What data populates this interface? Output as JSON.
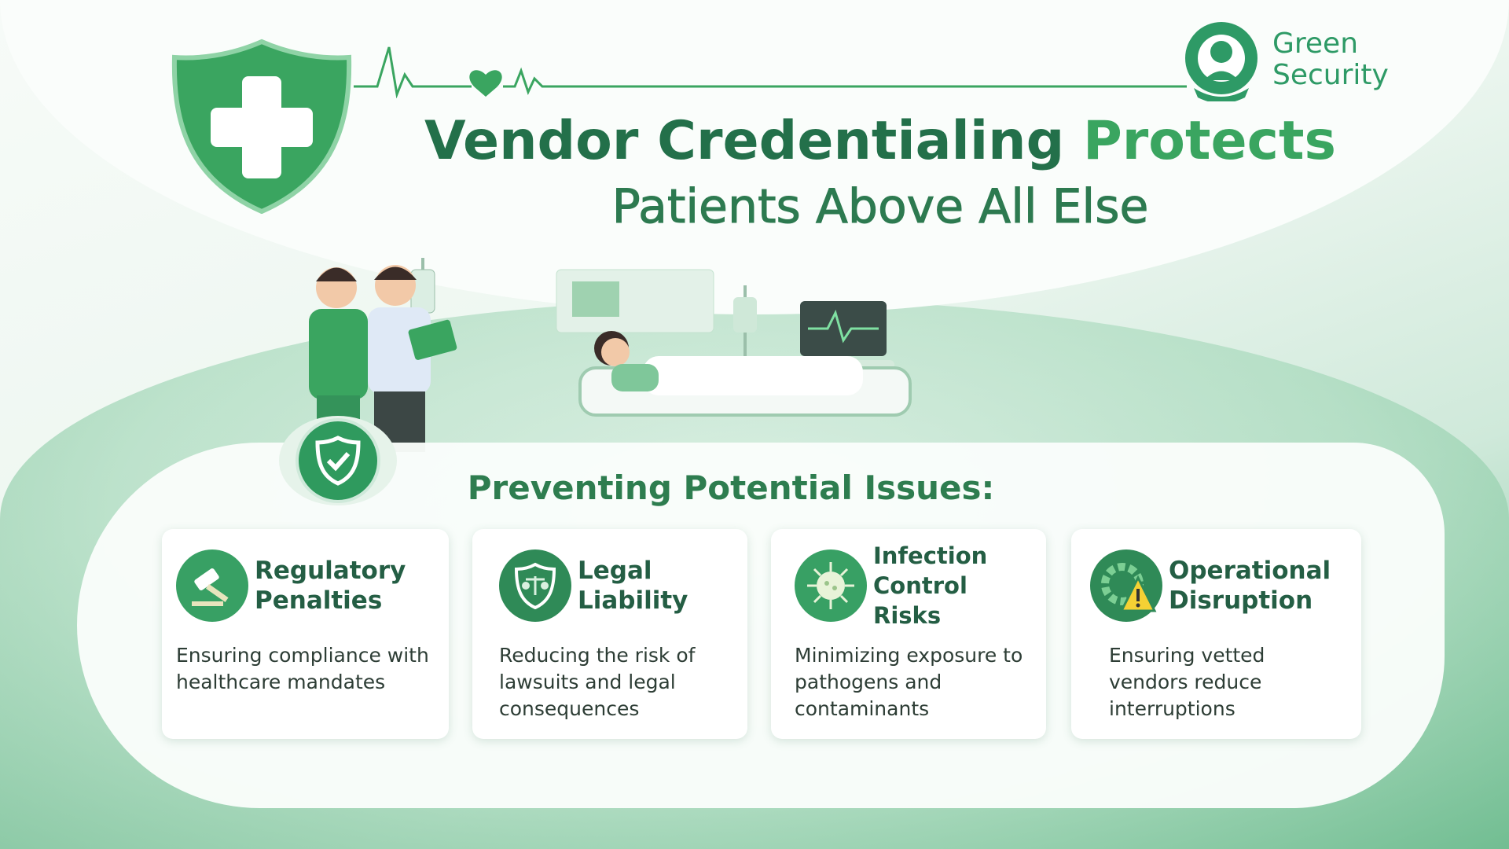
{
  "brand": {
    "line1": "Green",
    "line2": "Security"
  },
  "title": {
    "part1": "Vendor Credentialing ",
    "part2": "Protects",
    "line2": "Patients Above All Else"
  },
  "section": {
    "heading": "Preventing Potential Issues:"
  },
  "cards": [
    {
      "icon": "gavel-icon",
      "title1": "Regulatory",
      "title2": "Penalties",
      "desc": "Ensuring compliance with healthcare mandates"
    },
    {
      "icon": "scales-shield-icon",
      "title1": "Legal",
      "title2": "Liability",
      "desc": "Reducing the risk of lawsuits and legal consequences"
    },
    {
      "icon": "virus-icon",
      "title1": "Infection",
      "title2": "Control Risks",
      "desc": "Minimizing exposure to pathogens and contaminants"
    },
    {
      "icon": "gear-warning-icon",
      "title1": "Operational",
      "title2": "Disruption",
      "desc": "Ensuring vetted vendors reduce interruptions"
    }
  ],
  "colors": {
    "primary": "#38a064",
    "dark": "#23704a"
  }
}
